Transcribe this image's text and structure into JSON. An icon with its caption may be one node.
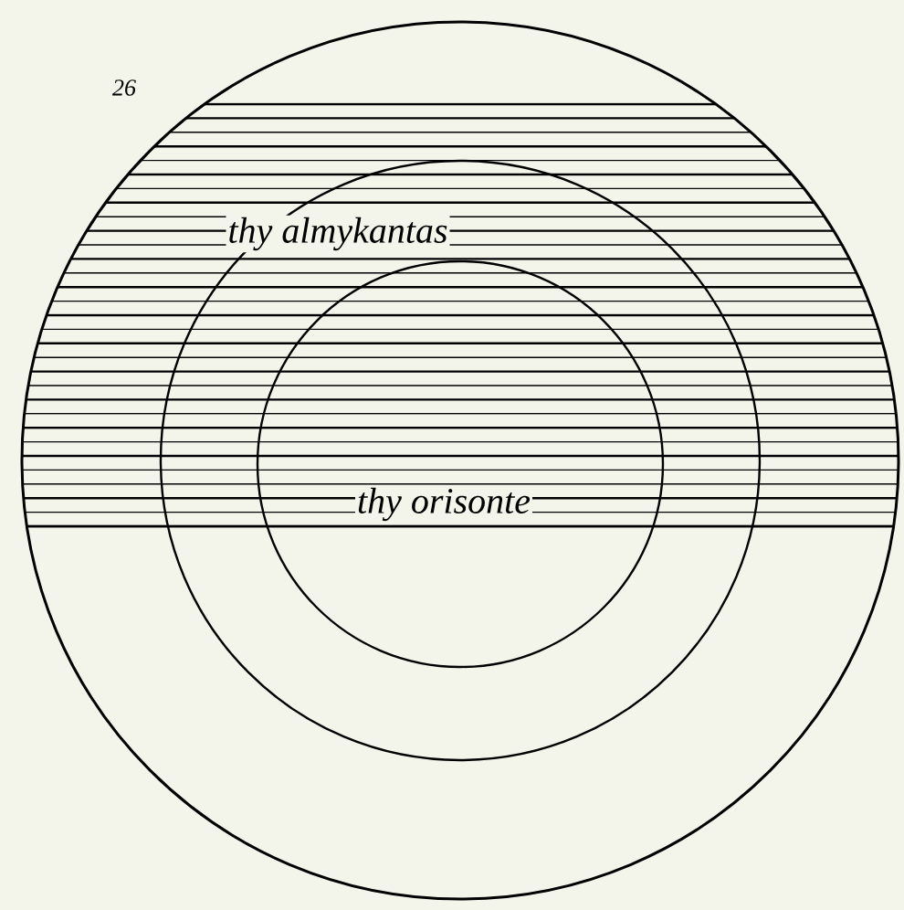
{
  "diagram": {
    "labels": [
      "26",
      "thy almykantas",
      "thy orisonte"
    ]
  }
}
